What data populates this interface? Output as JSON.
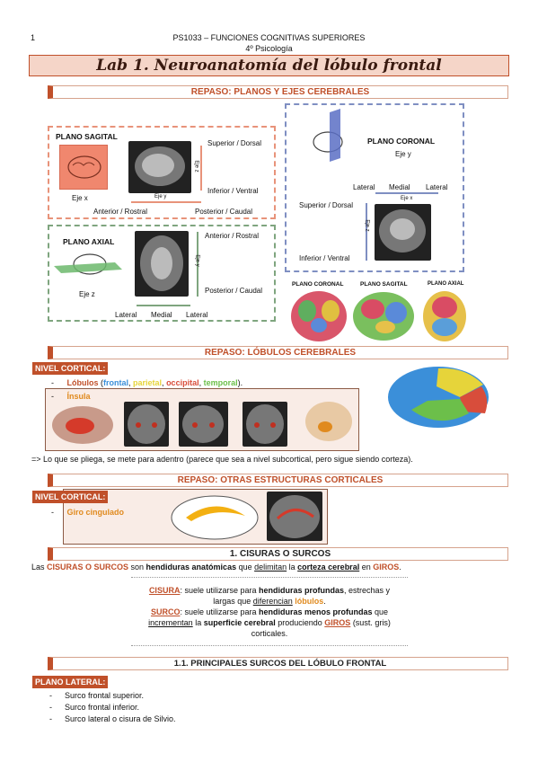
{
  "header": {
    "page_number": "1",
    "course": "PS1033 – FUNCIONES COGNITIVAS SUPERIORES",
    "year": "4º Psicología"
  },
  "title": "Lab 1. Neuroanatomía del lóbulo frontal",
  "sections": {
    "planos": "REPASO: PLANOS Y EJES CEREBRALES",
    "lobulos": "REPASO: LÓBULOS CEREBRALES",
    "otras": "REPASO: OTRAS ESTRUCTURAS CORTICALES",
    "cisuras": "1.    CISURAS O SURCOS",
    "surcos": "1.1.      PRINCIPALES SURCOS DEL LÓBULO FRONTAL"
  },
  "sagital": {
    "title": "PLANO SAGITAL",
    "eje_x": "Eje x",
    "eje_z": "Eje z",
    "eje_y": "Eje y",
    "superior": "Superior / Dorsal",
    "inferior": "Inferior / Ventral",
    "anterior": "Anterior / Rostral",
    "posterior": "Posterior / Caudal"
  },
  "coronal": {
    "title": "PLANO CORONAL",
    "eje_y": "Eje y",
    "lateral_l": "Lateral",
    "medial": "Medial",
    "lateral_r": "Lateral",
    "eje_x": "Eje x",
    "eje_z": "Eje z",
    "superior": "Superior / Dorsal",
    "inferior": "Inferior / Ventral"
  },
  "axial": {
    "title": "PLANO AXIAL",
    "eje_z": "Eje z",
    "eje_y": "Eje y",
    "anterior": "Anterior / Rostral",
    "posterior": "Posterior / Caudal",
    "lateral_l": "Lateral",
    "medial": "Medial",
    "lateral_r": "Lateral"
  },
  "plane_labels": [
    "PLANO CORONAL",
    "PLANO SAGITAL",
    "PLANO AXIAL"
  ],
  "lobulos": {
    "nivel": "NIVEL CORTICAL:",
    "dash1": "-",
    "lobulos_label": "Lóbulos",
    "open": " (",
    "frontal": "frontal",
    "c1": ", ",
    "parietal": "parietal",
    "c2": ", ",
    "occipital": "occipital",
    "c3": ", ",
    "temporal": "temporal",
    "close": ").",
    "dash2": "-",
    "insula": "Ínsula",
    "note": "=> Lo que se pliega, se mete para adentro (parece que sea a nivel subcortical, pero sigue siendo corteza)."
  },
  "otras": {
    "nivel": "NIVEL CORTICAL:",
    "dash": "-",
    "giro": "Giro cingulado"
  },
  "cisuras": {
    "p1_a": "Las ",
    "p1_b": "CISURAS O SURCOS",
    "p1_c": " son ",
    "p1_d": "hendiduras anatómicas",
    "p1_e": " que ",
    "p1_f": "delimitan",
    "p1_g": " la ",
    "p1_h": "corteza cerebral",
    "p1_i": " en ",
    "p1_j": "GIROS",
    "p1_k": ".",
    "cisura_label": "CISURA",
    "cisura_a": ": suele utilizarse para ",
    "cisura_b": "hendiduras profundas",
    "cisura_c": ", estrechas y",
    "cisura_d": "largas que ",
    "cisura_e": "diferencian",
    "cisura_f": " ",
    "cisura_g": "lóbulos",
    "cisura_h": ".",
    "surco_label": "SURCO",
    "surco_a": ": suele utilizarse para ",
    "surco_b": "hendiduras menos profundas",
    "surco_c": " que",
    "surco_d": "incrementan",
    "surco_e": " la ",
    "surco_f": "superficie cerebral",
    "surco_g": " produciendo ",
    "surco_h": "GIROS",
    "surco_i": " (sust. gris)",
    "surco_j": "corticales."
  },
  "lateral": {
    "badge": "PLANO LATERAL:",
    "items": [
      "Surco frontal superior.",
      "Surco frontal inferior.",
      "Surco lateral o cisura de Silvio."
    ],
    "dash": "-"
  },
  "colors": {
    "accent": "#c0502a",
    "frontal": "#3b8fd9",
    "parietal": "#e6d43a",
    "occipital": "#d84d3b",
    "temporal": "#6cbf4a",
    "giro": "#e08a1e"
  }
}
